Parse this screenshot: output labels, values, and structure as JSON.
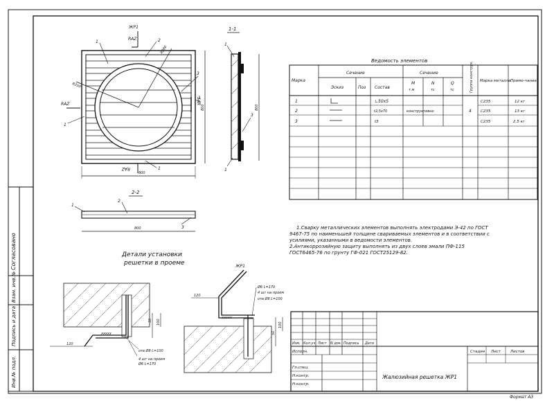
{
  "sheet": {
    "format": "Формат А3",
    "side_labels": [
      "Согласовано",
      "Взам. инв.№",
      "Подпись и дата",
      "Инв.№ подл."
    ]
  },
  "view_main": {
    "mark_top": "ЖР1",
    "raz_top": "RAZ",
    "raz_left": "RAZ",
    "sar_right": "SAR",
    "raz_bottom": "RAZ",
    "dim_bottom": "800",
    "dim_right": "800",
    "r_big": "R280",
    "r_inner": "R250",
    "pos": [
      "1",
      "2",
      "3",
      "1",
      "1",
      "1"
    ]
  },
  "view_1_1": {
    "title": "1-1",
    "dim": "800",
    "pos": [
      "1",
      "3",
      "1"
    ]
  },
  "view_2_2": {
    "title": "2-2",
    "dim": "800",
    "pos": [
      "1",
      "2",
      "3"
    ]
  },
  "spec_table": {
    "title": "Ведомость элементов",
    "headers": {
      "mark": "Марка",
      "section1": "Сечение",
      "sketch": "Эскиз",
      "pos": "Поз",
      "composition": "Состав",
      "section2": "Сечение",
      "m": "M",
      "m_unit": "т.м",
      "n": "N",
      "n_unit": "тс",
      "q": "Q",
      "q_unit": "тс",
      "group": "Группа конструк.",
      "metal": "Марка металла",
      "note": "Приме-чание"
    },
    "rows": [
      {
        "mark": "1",
        "composition": "∟50х5",
        "metal": "С235",
        "note": "12 кг"
      },
      {
        "mark": "2",
        "composition": "t2,5х70",
        "metal": "С235",
        "note": "13 кг"
      },
      {
        "mark": "3",
        "composition": "t3",
        "metal": "С235",
        "note": "2,5 кг"
      }
    ],
    "constructive": "конструктивно",
    "group_value": "4"
  },
  "notes": {
    "line1": "1.Сварку металлических элементов выполнять электродами Э-42 по ГОСТ",
    "line2": "9467-75 по наименьшей толщине свариваемых элементов и в соответствии с",
    "line3": "усилиями, указанными в ведомости элементов.",
    "line4": "2.Антикоррозийную защиту выполнять из двух слоев эмали ПФ-115",
    "line5": "ГОСТ6465-76 по грунту ГФ-021 ГОСТ25129-82."
  },
  "details": {
    "title_line1": "Детали установки",
    "title_line2": "решетки в проеме",
    "left_dim_width": "120",
    "left_dim_h1": "100",
    "left_dim_h2": "50",
    "left_note1": "отв Ø8 L=100",
    "left_note2": "4 шт на проем",
    "left_note3": "Ø6 L=170",
    "right_mark": "ЖР1",
    "right_dim_width": "120",
    "right_dim_h1": "100",
    "right_dim_h2": "50",
    "right_note1": "Ø6 L=170",
    "right_note2": "4 шт на проем",
    "right_note3": "отв Ø8 L=100",
    "weld": "ххххх"
  },
  "stamp": {
    "col_headers": [
      "Изм.",
      "Кол.уч",
      "Лист",
      "N док.",
      "Подпись",
      "Дата"
    ],
    "roles": [
      "Исполн.",
      "Гл.спец.",
      "Н.контр.",
      "Н.контр."
    ],
    "stage": "Стадия",
    "sheet": "Лист",
    "sheets": "Листов",
    "title": "Жалюзийная решетка ЖР1"
  }
}
